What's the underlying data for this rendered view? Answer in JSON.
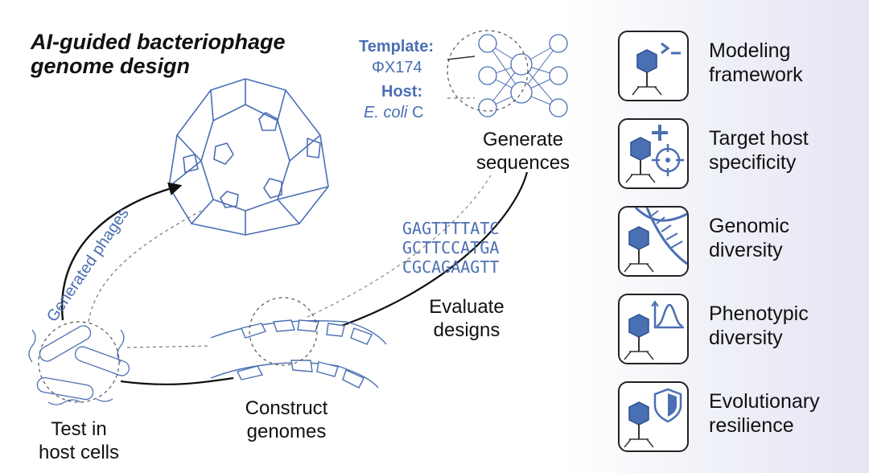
{
  "title_line1": "AI-guided bacteriophage",
  "title_line2": "genome design",
  "template_key": "Template:",
  "template_value": "ΦX174",
  "host_key": "Host:",
  "host_value_italic": "E. coli",
  "host_value_suffix": " C",
  "generate_line1": "Generate",
  "generate_line2": "sequences",
  "dna_lines": [
    "GAGTTTTATC",
    "GCTTCCATGA",
    "CGCAGAAGTT"
  ],
  "evaluate_line1": "Evaluate",
  "evaluate_line2": "designs",
  "construct_line1": "Construct",
  "construct_line2": "genomes",
  "test_line1": "Test in",
  "test_line2": "host cells",
  "generated_phages": "Generated phages",
  "features": [
    {
      "line1": "Modeling",
      "line2": "framework",
      "icon": "terminal-icon"
    },
    {
      "line1": "Target host",
      "line2": "specificity",
      "icon": "crosshair-icon"
    },
    {
      "line1": "Genomic",
      "line2": "diversity",
      "icon": "dna-helix-icon"
    },
    {
      "line1": "Phenotypic",
      "line2": "diversity",
      "icon": "distribution-plot-icon"
    },
    {
      "line1": "Evolutionary",
      "line2": "resilience",
      "icon": "shield-icon"
    }
  ],
  "colors": {
    "accent": "#4a6fb3",
    "ink": "#111111"
  }
}
